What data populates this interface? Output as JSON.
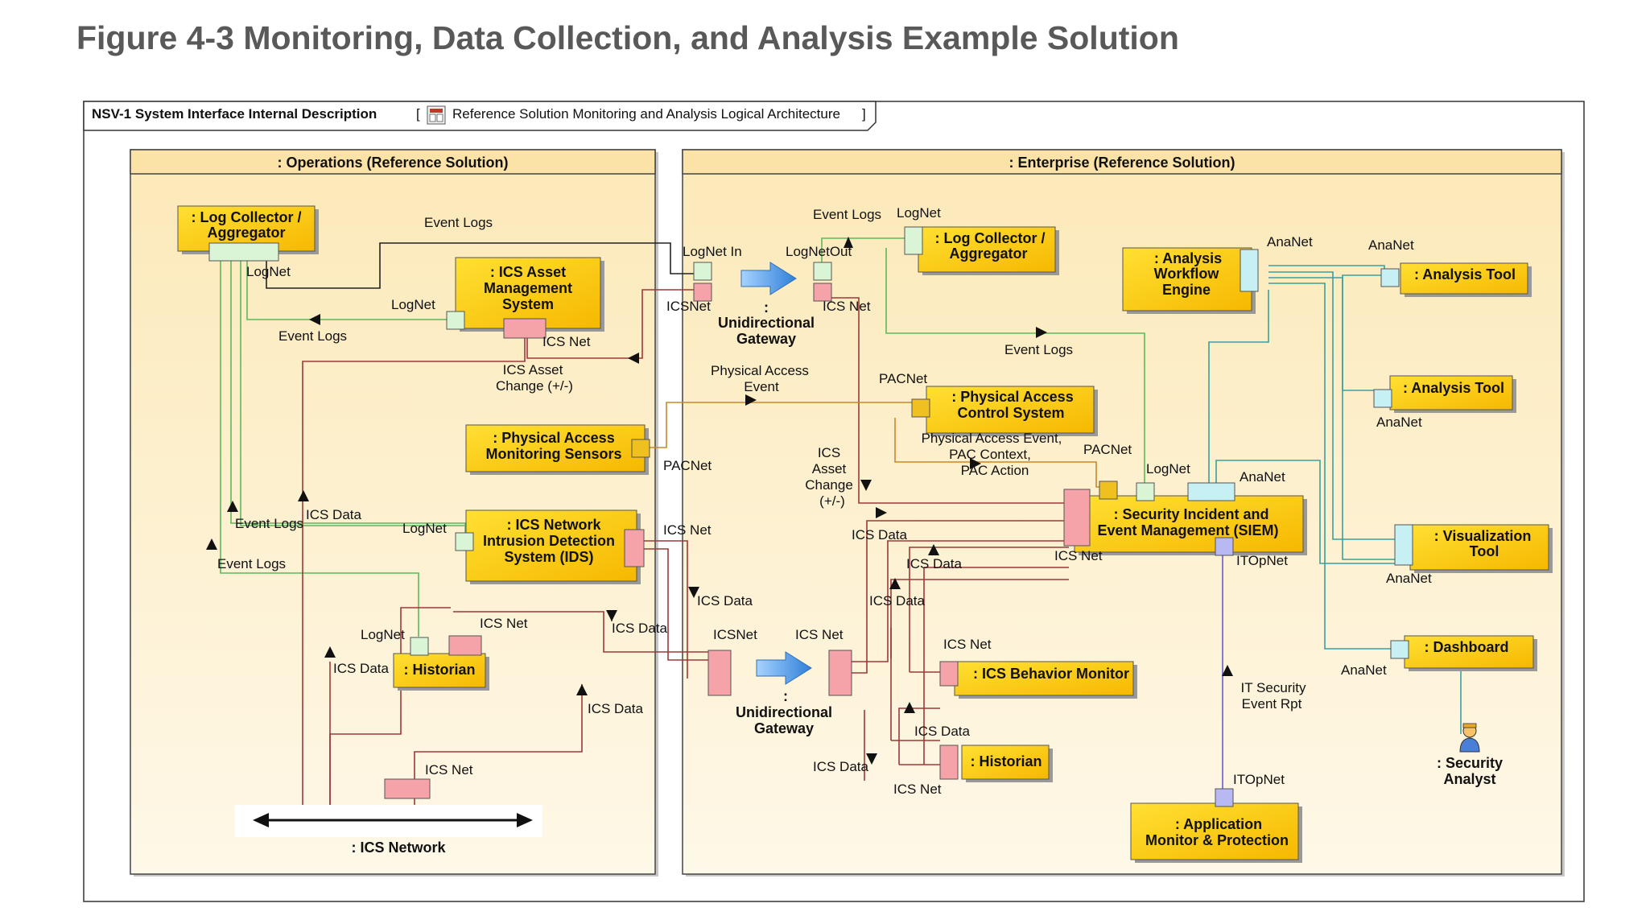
{
  "figure_title": "Figure 4-3 Monitoring, Data Collection, and Analysis Example Solution",
  "frame": {
    "kind": "NSV-1 System Interface Internal Description",
    "bracket_open": "[",
    "name": "Reference Solution Monitoring and Analysis Logical Architecture",
    "bracket_close": "]"
  },
  "colors": {
    "block_fill": "#ffd700",
    "panel_fill": "#fdf3d8",
    "panel_header": "#fbe3a8",
    "lognet_port": "#d9f5d6",
    "icsnet_port": "#f5a3a8",
    "ananet_port": "#c6f0f3",
    "itop_port": "#b8b8f2",
    "pac_port": "#f0c020",
    "line_green": "#5cb85c",
    "line_red": "#9b3a3a",
    "line_teal": "#3aa0a0",
    "line_orange": "#c8882a",
    "line_purple": "#6a5acd",
    "arrow_blue": "#4a90e2"
  },
  "panels": {
    "operations": ": Operations (Reference Solution)",
    "enterprise": ": Enterprise (Reference Solution)"
  },
  "blocks": {
    "ops_log_collector": [
      ": Log Collector /",
      "Aggregator"
    ],
    "ops_asset_mgmt": [
      ": ICS Asset",
      "Management",
      "System"
    ],
    "ops_pams": [
      ": Physical Access",
      "Monitoring Sensors"
    ],
    "ops_ids": [
      ": ICS Network",
      "Intrusion Detection",
      "System (IDS)"
    ],
    "ops_historian": [
      ": Historian"
    ],
    "ent_log_collector": [
      ": Log Collector /",
      "Aggregator"
    ],
    "ent_awe": [
      ": Analysis",
      "Workflow",
      "Engine"
    ],
    "ent_analysis_tool_1": [
      ": Analysis Tool"
    ],
    "ent_analysis_tool_2": [
      ": Analysis Tool"
    ],
    "ent_pacs": [
      ": Physical Access",
      "Control System"
    ],
    "ent_siem": [
      ": Security Incident and",
      "Event Management (SIEM)"
    ],
    "ent_visualization": [
      ": Visualization",
      "Tool"
    ],
    "ent_dashboard": [
      ": Dashboard"
    ],
    "ent_behavior_monitor": [
      ": ICS Behavior Monitor"
    ],
    "ent_historian": [
      ": Historian"
    ],
    "ent_app_monitor": [
      ": Application",
      "Monitor & Protection"
    ]
  },
  "gateways": {
    "upper": [
      ":",
      "Unidirectional",
      "Gateway"
    ],
    "lower": [
      ":",
      "Unidirectional",
      "Gateway"
    ]
  },
  "ics_network": ": ICS Network",
  "security_analyst": [
    ": Security",
    "Analyst"
  ],
  "labels": {
    "ops_event_logs_top": "Event Logs",
    "ops_lognet_collector": "LogNet",
    "ops_lognet_asset": "LogNet",
    "ops_event_logs_asset": "Event Logs",
    "ops_icsnet_asset": "ICS Net",
    "ops_asset_change": [
      "ICS Asset",
      "Change (+/-)"
    ],
    "ops_pacnet": "PACNet",
    "ops_event_logs_ids": "Event Logs",
    "ops_ics_data_ids": "ICS Data",
    "ops_lognet_ids": "LogNet",
    "ops_icsnet_ids": "ICS Net",
    "ops_event_logs_hist": "Event Logs",
    "ops_lognet_hist": "LogNet",
    "ops_icsnet_hist": "ICS Net",
    "ops_ics_data_hist": "ICS Data",
    "ops_ics_data_right": "ICS Data",
    "ops_ics_data_lower": "ICS Data",
    "ops_icsnet_network": "ICS Net",
    "gw_lognet_in": "LogNet In",
    "gw_lognet_out": "LogNetOut",
    "gw_icsnet_upper_in": "ICSNet",
    "gw_icsnet_upper_out": "ICS Net",
    "gw_physical_access_event": [
      "Physical Access",
      "Event"
    ],
    "gw_ics_data": "ICS Data",
    "gw_icsnet_lower_in": "ICSNet",
    "gw_icsnet_lower_out": "ICS Net",
    "ent_event_logs_top": "Event Logs",
    "ent_lognet_top": "LogNet",
    "ent_event_logs_mid": "Event Logs",
    "ent_pacnet_top": "PACNet",
    "ent_pac_info": [
      "Physical Access Event,",
      "PAC Context,",
      "PAC Action"
    ],
    "ent_pacnet_siem": "PACNet",
    "ent_lognet_siem": "LogNet",
    "ent_ananet_siem": "AnaNet",
    "ent_asset_change": [
      "ICS",
      "Asset",
      "Change",
      "(+/-)"
    ],
    "ent_ics_data_1": "ICS Data",
    "ent_ics_data_2": "ICS Data",
    "ent_ics_data_3": "ICS Data",
    "ent_icsnet_siem": "ICS Net",
    "ent_itopnet_siem": "ITOpNet",
    "ent_icsnet_bm": "ICS Net",
    "ent_ics_data_bm": "ICS Data",
    "ent_ics_data_hist": "ICS Data",
    "ent_icsnet_hist": "ICS Net",
    "ent_it_security": [
      "IT Security",
      "Event Rpt"
    ],
    "ent_itopnet_app": "ITOpNet",
    "ent_ananet_awe": "AnaNet",
    "ent_ananet_at1": "AnaNet",
    "ent_ananet_at2": "AnaNet",
    "ent_ananet_vis": "AnaNet",
    "ent_ananet_dash": "AnaNet"
  }
}
